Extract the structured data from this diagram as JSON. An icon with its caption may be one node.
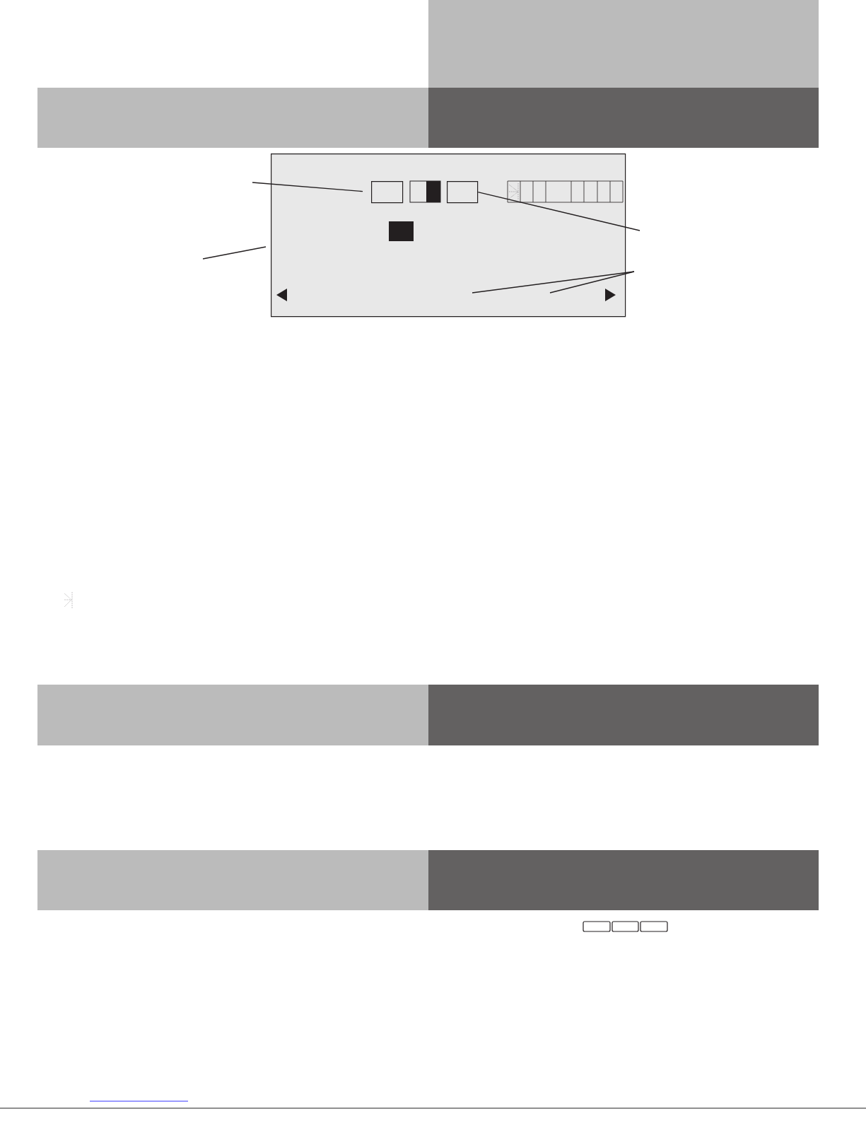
{
  "diagram": {
    "nodes": [
      {
        "text": [],
        "shape": "box"
      },
      {
        "text": [],
        "shape": "box",
        "in": 0
      },
      {
        "text": [],
        "shape": "box",
        "in": 0
      }
    ],
    "edges": [
      {
        "from": null,
        "to": 1,
        "arrow": "none"
      },
      {
        "from": null,
        "to": 2,
        "arrow": "none"
      },
      {
        "from": null,
        "to": 0,
        "arrow": "none"
      },
      {
        "from": null,
        "to": 0,
        "arrow": "none"
      },
      {
        "from": null,
        "to": 0,
        "arrow": "none"
      }
    ]
  }
}
